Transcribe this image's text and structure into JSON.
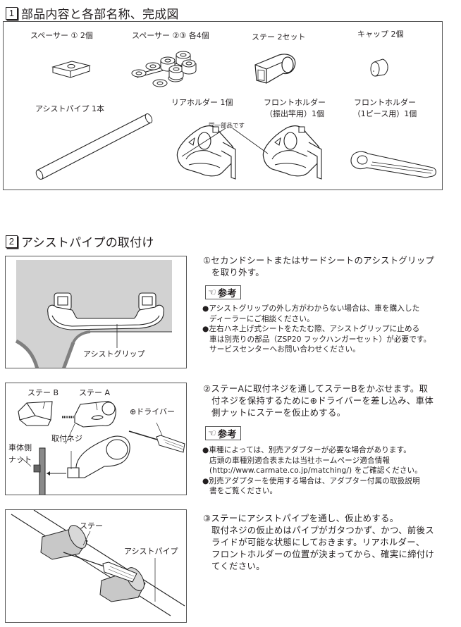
{
  "section1": {
    "number": "1",
    "title": "部品内容と各部名称、完成図",
    "parts": [
      {
        "label": "スペーサー ① 2個"
      },
      {
        "label": "スペーサー ②③ 各4個"
      },
      {
        "label": "ステー 2セット"
      },
      {
        "label": "キャップ 2個"
      },
      {
        "label": "アシストパイプ 1本"
      },
      {
        "label": "リアホルダー 1個"
      },
      {
        "label_line1": "フロントホルダー",
        "label_line2": "（振出竿用）1個"
      },
      {
        "label_line1": "フロントホルダー",
        "label_line2": "（1ピース用）1個"
      }
    ],
    "same_part_note": "同一部品です"
  },
  "section2": {
    "number": "2",
    "title": "アシストパイプの取付け",
    "steps": [
      {
        "figure_labels": {
          "grip": "アシストグリップ"
        },
        "text_line1": "①セカンドシートまたはサードシートのアシストグリップ",
        "text_line2": "を取り外す。",
        "reference_label": "参考",
        "notes": [
          {
            "line1": "●アシストグリップの外し方がわからない場合は、車を購入した",
            "line2": "ディーラーにご相談ください。"
          },
          {
            "line1": "●左右ハネ上げ式シートをたたむ際、アシストグリップに止める",
            "line2": "車は別売りの部品（ZSP20 フックハンガーセット）が必要です。",
            "line3": "サービスセンターへお問い合わせください。"
          }
        ]
      },
      {
        "figure_labels": {
          "stay_b": "ステー B",
          "stay_a": "ステー A",
          "driver": "⊕ドライバー",
          "screw": "取付ネジ",
          "nut_line1": "車体側",
          "nut_line2": "ナット"
        },
        "text_line1": "②ステーAに取付ネジを通してステーBをかぶせます。取",
        "text_line2": "付ネジを保持するために⊕ドライバーを差し込み、車体",
        "text_line3": "側ナットにステーを仮止めする。",
        "reference_label": "参考",
        "notes": [
          {
            "line1": "●車種によっては、別売アダプターが必要な場合があります。",
            "line2": "店頭の車種別適合表または当社ホームページ適合情報",
            "line3": "(http://www.carmate.co.jp/matching/) をご確認ください。"
          },
          {
            "line1": "●別売アダプターを使用する場合は、アダプター付属の取扱説明",
            "line2": "書をご覧ください。"
          }
        ]
      },
      {
        "figure_labels": {
          "stay": "ステー",
          "pipe": "アシストパイプ"
        },
        "text_line1": "③ステーにアシストパイプを通し、仮止めする。",
        "text_line2": "取付ネジの仮止めはパイプがガタつかず、かつ、前後ス",
        "text_line3": "ライドが可能な状態にしておきます。リアホルダー、",
        "text_line4": "フロントホルダーの位置が決まってから、確実に締付け",
        "text_line5": "てください。"
      }
    ]
  },
  "colors": {
    "text": "#231f20",
    "border": "#555555",
    "ceiling_gray": "#d2d2d2",
    "part_gray": "#c8c8c8"
  }
}
